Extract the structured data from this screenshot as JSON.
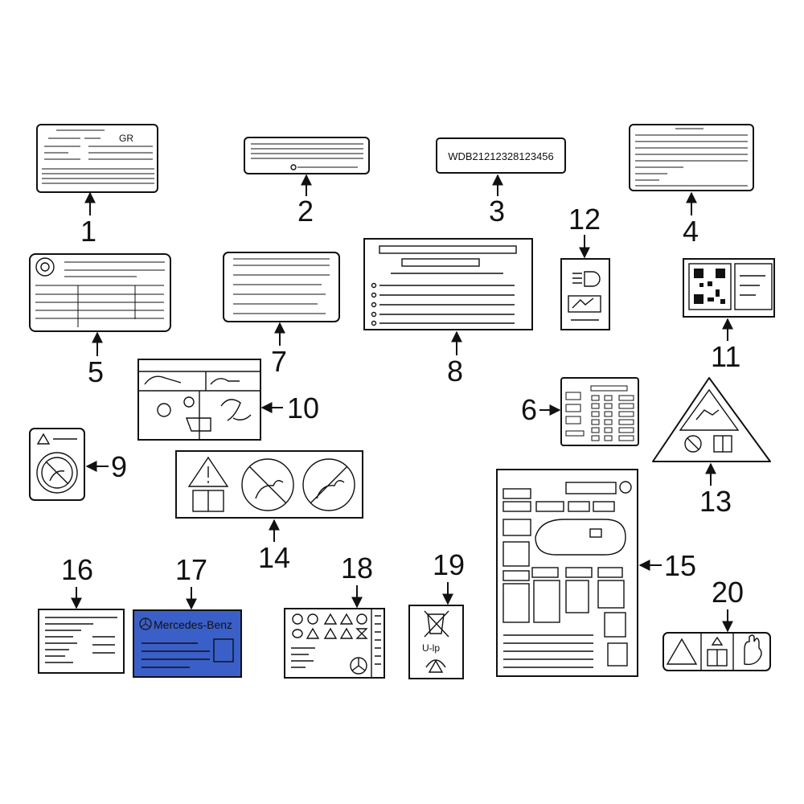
{
  "callouts": [
    "1",
    "2",
    "3",
    "4",
    "5",
    "6",
    "7",
    "8",
    "9",
    "10",
    "11",
    "12",
    "13",
    "14",
    "15",
    "16",
    "17",
    "18",
    "19",
    "20"
  ],
  "labels": {
    "vin": "WDB21212328123456",
    "brand": "Mercedes-Benz",
    "recycle_text": "U-lp"
  },
  "colors": {
    "line": "#111111",
    "background": "#ffffff",
    "brand_plate": "#3a5fc8"
  }
}
